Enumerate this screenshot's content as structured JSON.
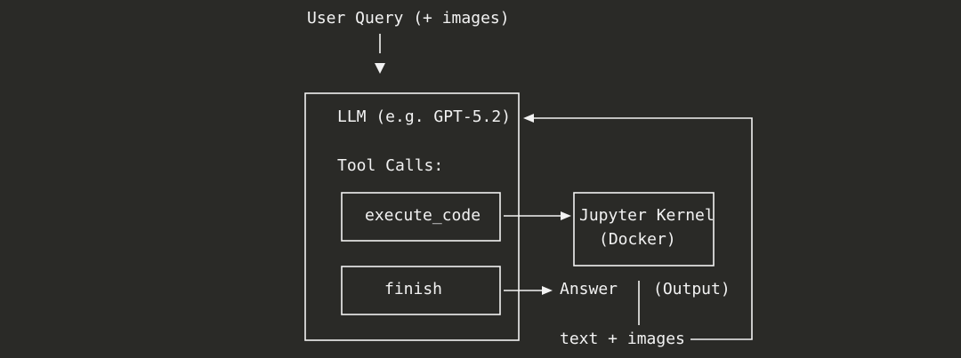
{
  "diagram": {
    "colors": {
      "background": "#2a2a27",
      "foreground": "#f2f2f2"
    },
    "query_label": "User Query (+ images)",
    "llm_label": "LLM (e.g. GPT-5.2)",
    "tool_calls_label": "Tool Calls:",
    "tools": {
      "execute_code": "execute_code",
      "finish": "finish"
    },
    "kernel": {
      "title": "Jupyter Kernel",
      "subtitle": "(Docker)"
    },
    "answer_label": "Answer",
    "output_label": "(Output)",
    "feedback_label": "text + images"
  }
}
